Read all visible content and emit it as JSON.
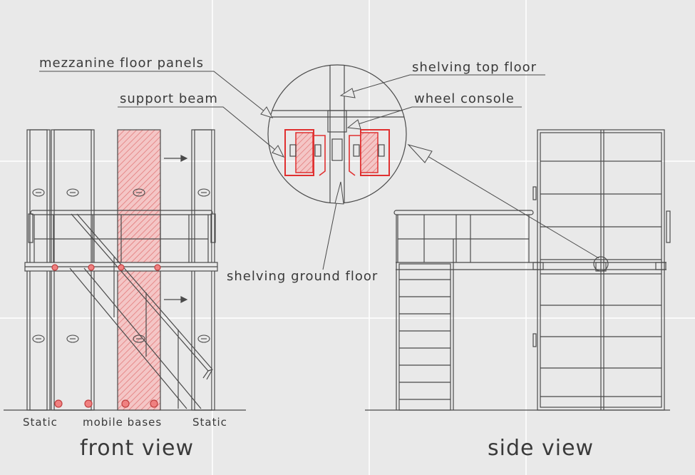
{
  "labels": {
    "mezzanine_floor_panels": "mezzanine floor panels",
    "support_beam": "support beam",
    "shelving_top_floor": "shelving top floor",
    "wheel_console": "wheel console",
    "shelving_ground_floor": "shelving ground floor",
    "static_left": "Static",
    "mobile_bases": "mobile bases",
    "static_right": "Static",
    "front_view": "front view",
    "side_view": "side view"
  },
  "colors": {
    "background": "#e9e9e9",
    "grid": "#ffffff",
    "line": "#4a4a4a",
    "highlight": "#e03030",
    "hatch_fill": "#f4c6c6"
  }
}
